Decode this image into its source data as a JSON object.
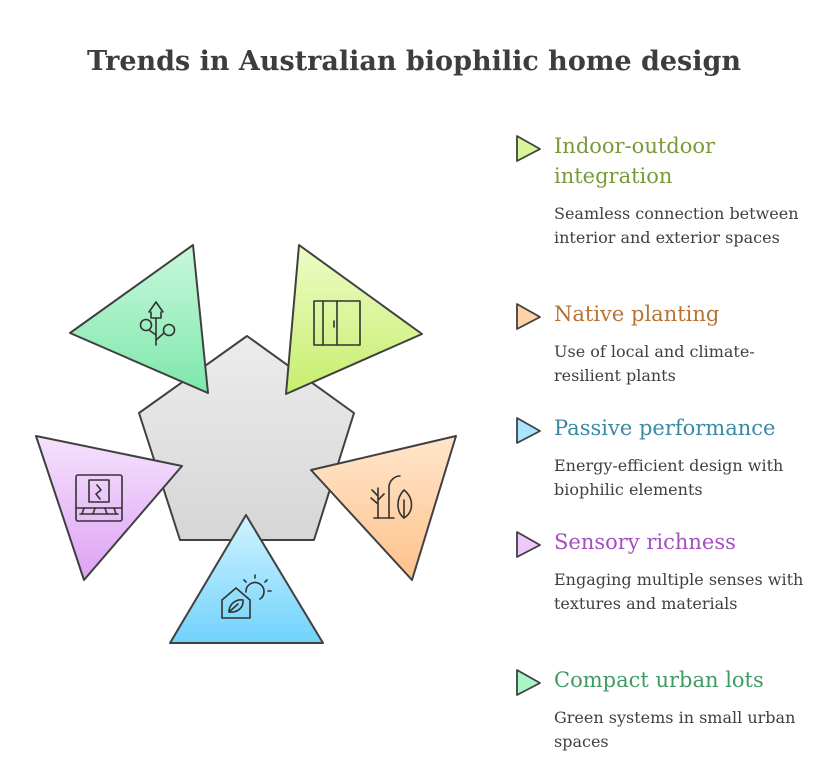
{
  "title": "Trends in Australian biophilic home design",
  "items": [
    {
      "heading": "Indoor-outdoor integration",
      "description": "Seamless connection between interior and exterior spaces",
      "color": "#7a9a3a",
      "fill": "#d9f59a",
      "icon": "door-icon"
    },
    {
      "heading": "Native planting",
      "description": "Use of local and climate-resilient plants",
      "color": "#b87333",
      "fill": "#ffd3a8",
      "icon": "native-plants-icon"
    },
    {
      "heading": "Passive performance",
      "description": "Energy-efficient design with biophilic elements",
      "color": "#3a8aa3",
      "fill": "#a8e6ff",
      "icon": "eco-home-sun-icon"
    },
    {
      "heading": "Sensory richness",
      "description": "Engaging multiple senses with textures and materials",
      "color": "#a64dbf",
      "fill": "#efc7fb",
      "icon": "window-texture-icon"
    },
    {
      "heading": "Compact urban lots",
      "description": "Green systems in small urban spaces",
      "color": "#3f9a63",
      "fill": "#a8f5c8",
      "icon": "house-plant-icon"
    }
  ]
}
